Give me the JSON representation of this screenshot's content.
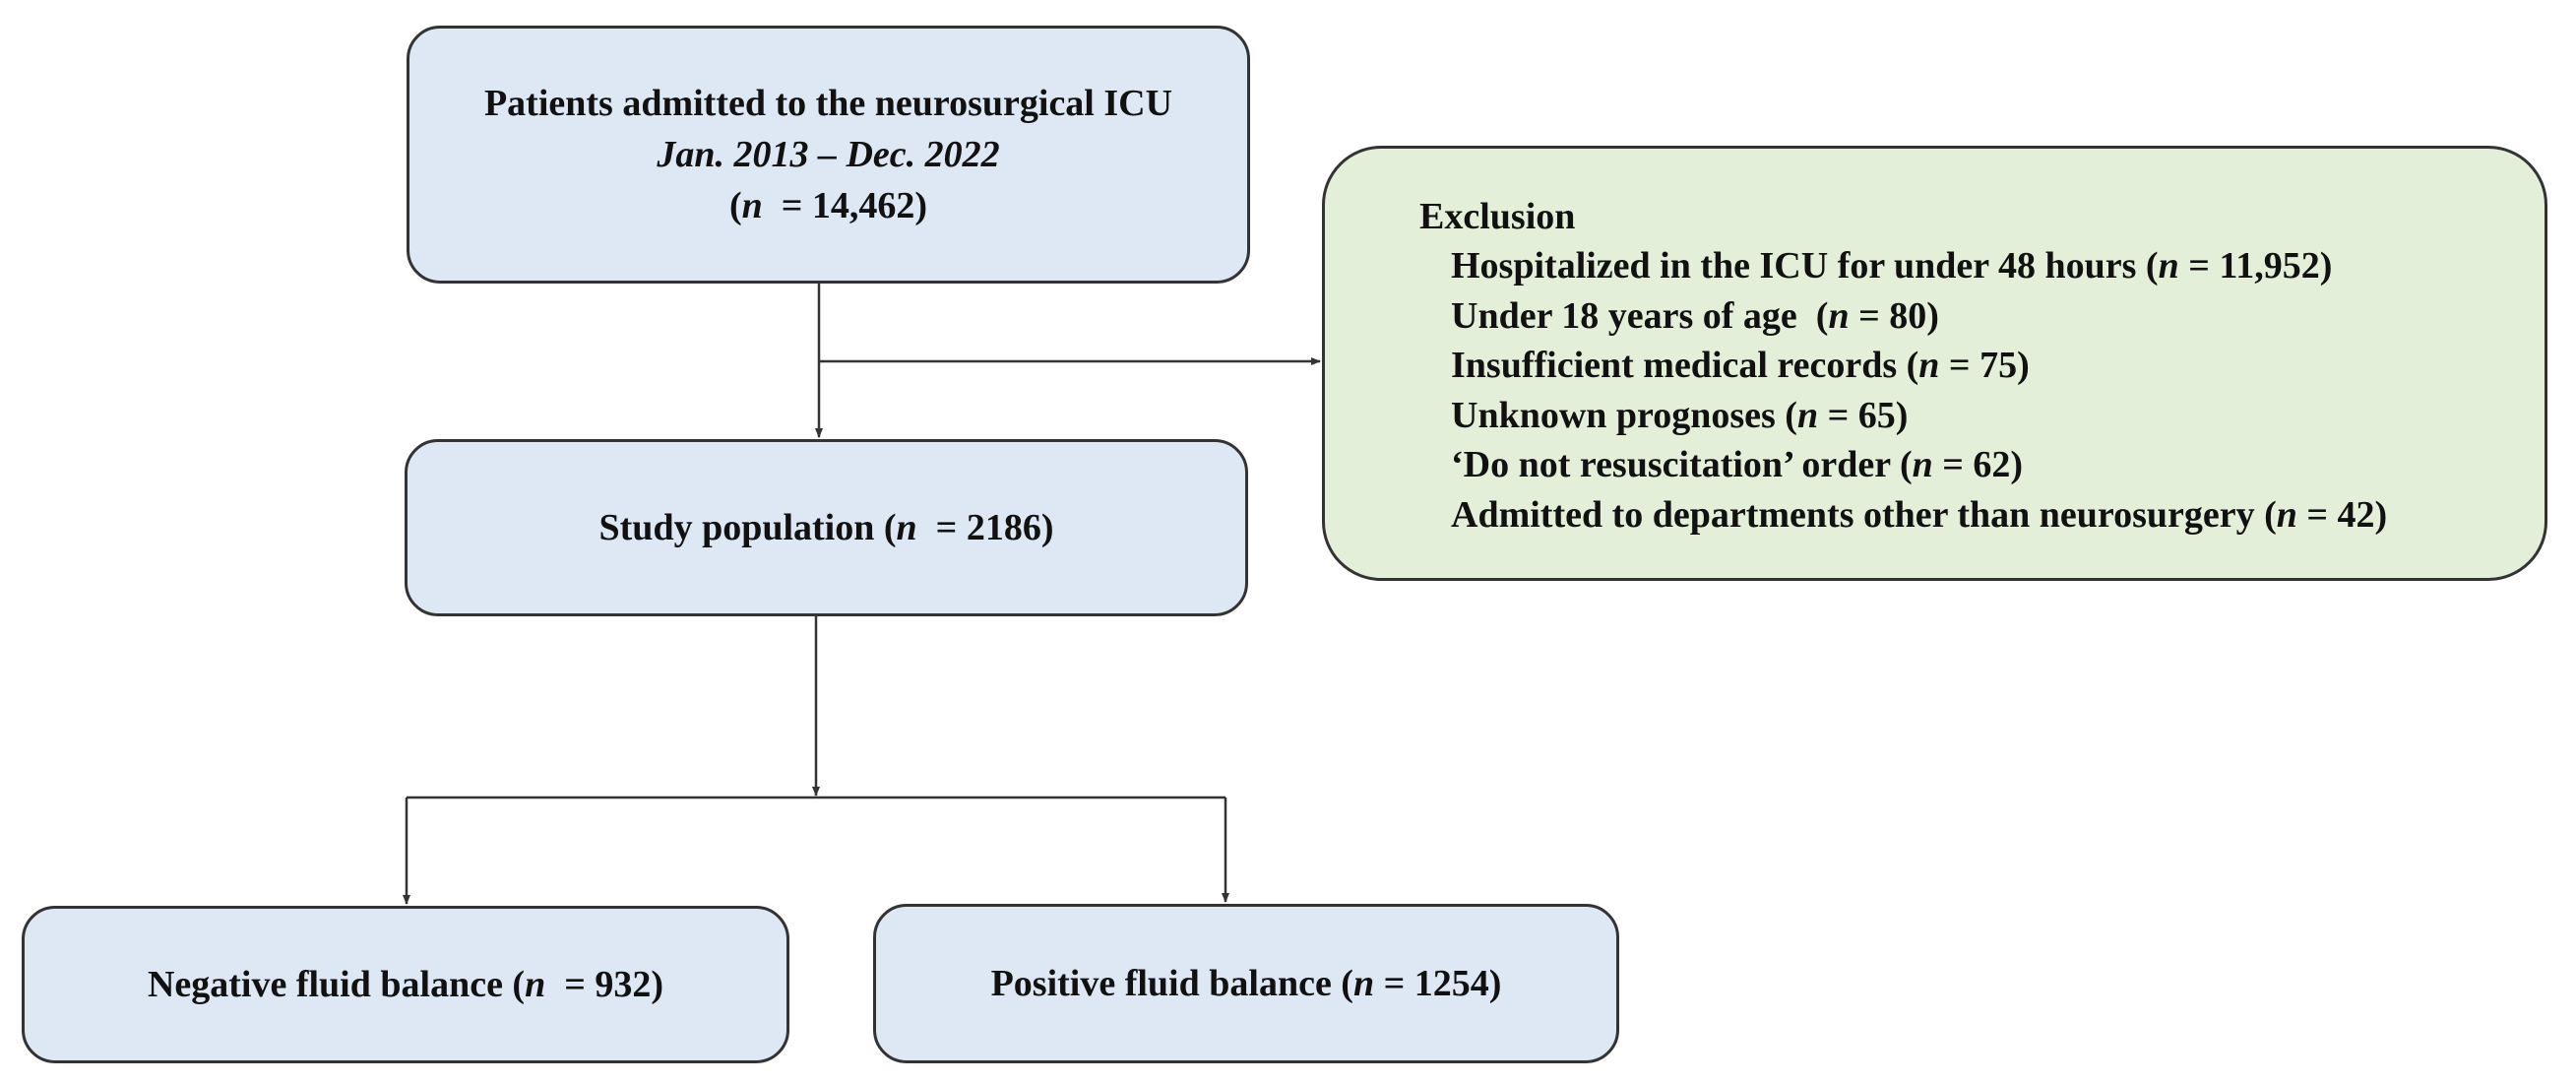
{
  "boxes": {
    "admitted": {
      "line1": "Patients admitted to the neurosurgical ICU",
      "line2": "Jan. 2013 – Dec. 2022",
      "line3_open": "(",
      "line3_n": "n",
      "line3_rest": "  = 14,462)"
    },
    "study": {
      "prefix": "Study population (",
      "n": "n",
      "suffix": "  = 2186)"
    },
    "negative": {
      "prefix": "Negative fluid balance (",
      "n": "n",
      "suffix": "  = 932)"
    },
    "positive": {
      "prefix": "Positive fluid balance (",
      "n": "n",
      "suffix": " = 1254)"
    }
  },
  "exclusion": {
    "header": "Exclusion",
    "items": [
      {
        "prefix": "Hospitalized in the ICU for under 48 hours (",
        "n": "n",
        "suffix": " = 11,952)"
      },
      {
        "prefix": "Under 18 years of age  (",
        "n": "n",
        "suffix": " = 80)"
      },
      {
        "prefix": "Insufficient medical records (",
        "n": "n",
        "suffix": " = 75)"
      },
      {
        "prefix": "Unknown prognoses (",
        "n": "n",
        "suffix": " = 65)"
      },
      {
        "prefix": "‘Do not resuscitation’ order (",
        "n": "n",
        "suffix": " = 62)"
      },
      {
        "prefix": "Admitted to departments other than neurosurgery (",
        "n": "n",
        "suffix": " = 42)"
      }
    ]
  },
  "colors": {
    "main_box_fill": "#dde8f4",
    "exclusion_box_fill": "#e3efd9",
    "border": "#333333",
    "text": "#111111"
  }
}
